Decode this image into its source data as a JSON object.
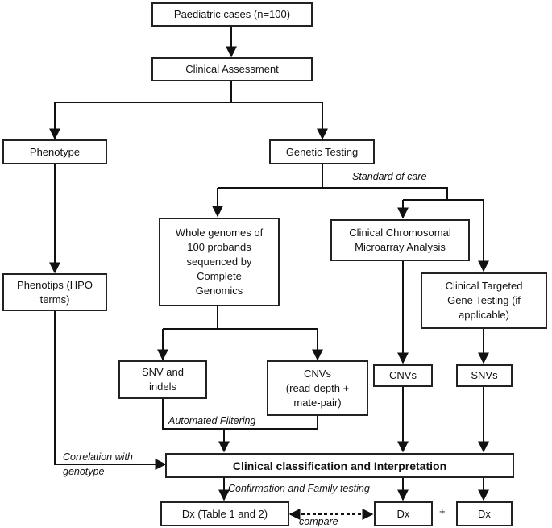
{
  "nodes": {
    "paediatric_cases": "Paediatric cases (n=100)",
    "clinical_assessment": "Clinical Assessment",
    "phenotype": "Phenotype",
    "genetic_testing": "Genetic Testing",
    "phenotips": "Phenotips (HPO\nterms)",
    "whole_genomes": "Whole genomes of\n100 probands\nsequenced by\nComplete\nGenomics",
    "chromosomal_microarray": "Clinical Chromosomal\nMicroarray Analysis",
    "targeted_gene_testing": "Clinical Targeted\nGene Testing (if\napplicable)",
    "snv_indels": "SNV and\nindels",
    "cnvs_wgs": "CNVs\n(read-depth +\nmate-pair)",
    "cnvs_cma": "CNVs",
    "snvs_targeted": "SNVs",
    "classification": "Clinical classification and Interpretation",
    "dx_table": "Dx (Table 1 and 2)",
    "dx_cma": "Dx",
    "dx_targeted": "Dx"
  },
  "labels": {
    "standard_of_care": "Standard of care",
    "automated_filtering": "Automated Filtering",
    "correlation_line1": "Correlation with",
    "correlation_line2": "genotype",
    "confirmation": "Confirmation and Family testing",
    "compare": "compare",
    "plus": "+"
  }
}
